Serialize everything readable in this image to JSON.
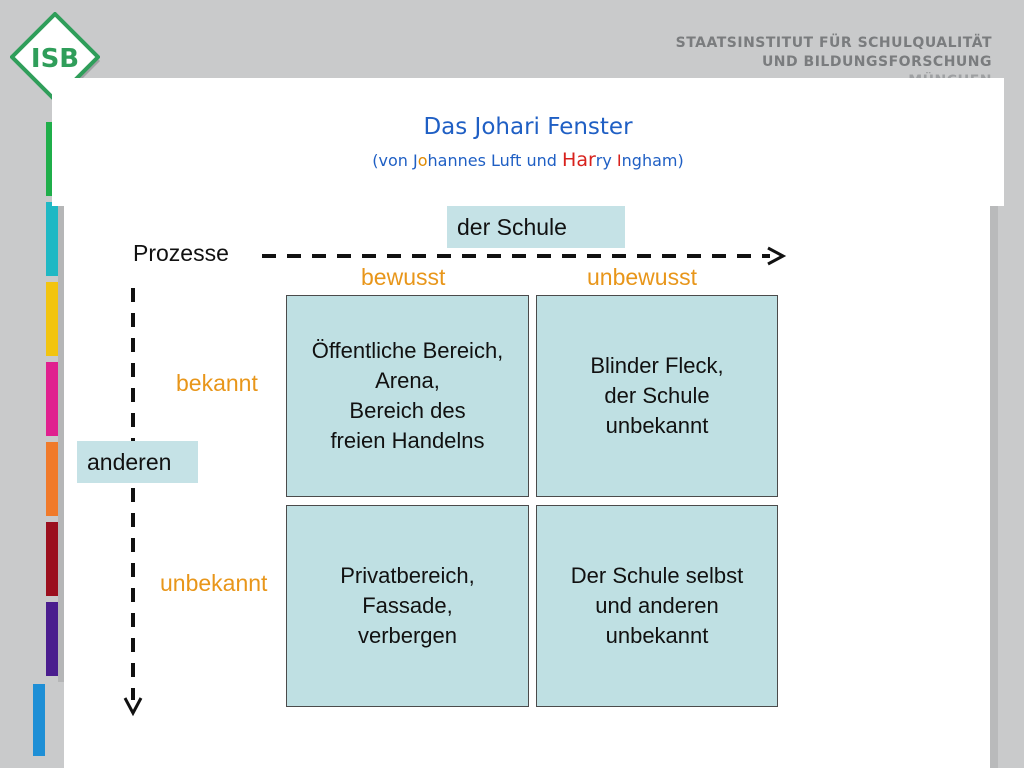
{
  "header": {
    "logo_text": "ISB",
    "institute_lines": [
      "STAATSINSTITUT FÜR SCHULQUALITÄT",
      "UND BILDUNGSFORSCHUNG",
      "MÜNCHEN"
    ]
  },
  "title": "Das Johari Fenster",
  "subtitle": {
    "p1": "(von ",
    "p2": "J",
    "p3": "o",
    "p4": "hannes ",
    "p5": "L",
    "p6": "uft und ",
    "p7": "Har",
    "p8": "ry ",
    "p9": "I",
    "p10": "ngham)"
  },
  "axis": {
    "top_box": "der Schule",
    "top_label": "Prozesse",
    "left_box": "anderen",
    "col_headers": [
      "bewusst",
      "unbewusst"
    ],
    "row_headers": [
      "bekannt",
      "unbekannt"
    ]
  },
  "quadrants": [
    {
      "text": "Öffentliche Bereich,\nArena,\nBereich des\nfreien Handelns"
    },
    {
      "text": "Blinder Fleck,\nder Schule\nunbekannt"
    },
    {
      "text": "Privatbereich,\nFassade,\nverbergen"
    },
    {
      "text": "Der Schule selbst\nund anderen\nunbekannt"
    }
  ],
  "colors": {
    "title": "#1f5fc4",
    "accent_orange": "#e8961a",
    "quadrant_fill": "#bfe0e3",
    "stripes": [
      "#1fae4a",
      "#1fb8c4",
      "#f2c40f",
      "#e0208f",
      "#f07a2a",
      "#9b0f1e",
      "#4a1d8e",
      "#1e8fd6"
    ]
  }
}
